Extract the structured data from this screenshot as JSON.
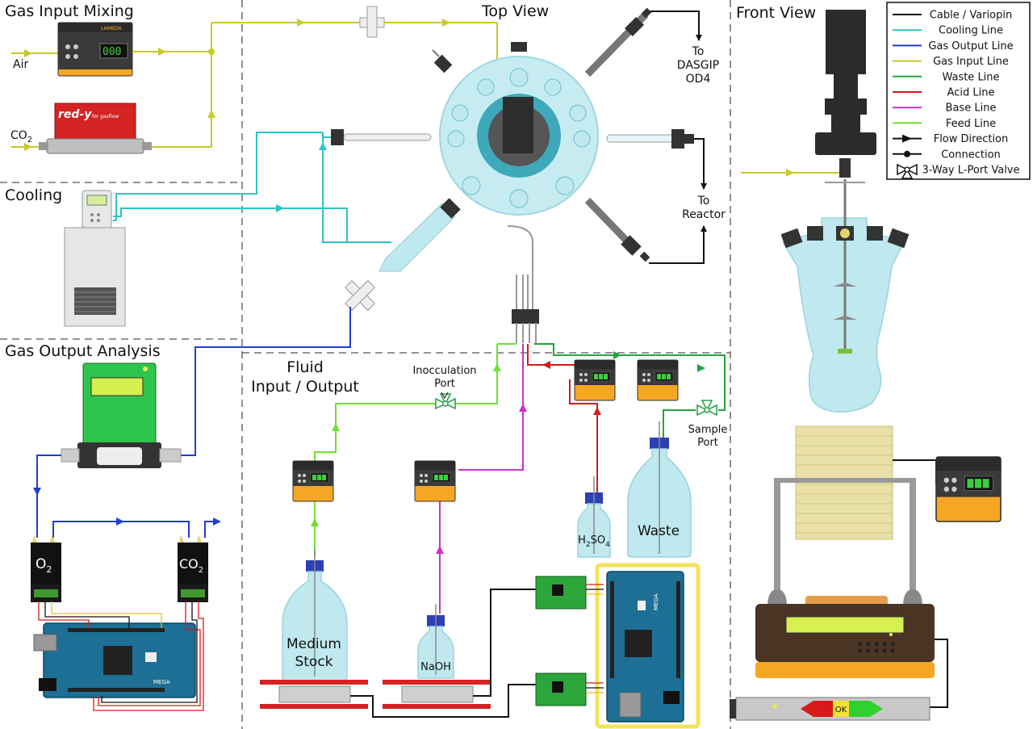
{
  "sections": {
    "gas_input_mixing": "Gas Input Mixing",
    "top_view": "Top View",
    "front_view": "Front View",
    "cooling": "Cooling",
    "gas_output_analysis": "Gas Output Analysis",
    "fluid_io": [
      "Fluid",
      "Input / Output"
    ]
  },
  "labels": {
    "air": "Air",
    "co2_base": "CO",
    "co2_sub": "2",
    "to_dasgip": [
      "To",
      "DASGIP",
      "OD4"
    ],
    "to_reactor": [
      "To",
      "Reactor"
    ],
    "inoculation_port": [
      "Inocculation",
      "Port"
    ],
    "sample_port": [
      "Sample",
      "Port"
    ],
    "medium_stock": [
      "Medium",
      "Stock"
    ],
    "naoh": "NaOH",
    "h2so4": "H",
    "h2so4_sub1": "2",
    "h2so4_mid": "SO",
    "h2so4_sub2": "4",
    "waste": "Waste",
    "sensor_o2": "O",
    "sensor_o2_sub": "2",
    "sensor_co2": "CO",
    "sensor_co2_sub": "2",
    "redy_logo": "red-y",
    "redy_small": "for gasflow",
    "lambda_logo": "LAMBDA",
    "pump_display": "000",
    "arduino_mega": "MEGA",
    "scale_ok": "OK"
  },
  "legend": [
    {
      "label": "Cable / Variopin",
      "type": "line",
      "color": "#111111"
    },
    {
      "label": "Cooling Line",
      "type": "line",
      "color": "#2ec4c4"
    },
    {
      "label": "Gas Output Line",
      "type": "line",
      "color": "#1f3fd0"
    },
    {
      "label": "Gas Input Line",
      "type": "line",
      "color": "#c9c92a"
    },
    {
      "label": "Waste Line",
      "type": "line",
      "color": "#22a53c"
    },
    {
      "label": "Acid Line",
      "type": "line",
      "color": "#d61a1a"
    },
    {
      "label": "Base Line",
      "type": "line",
      "color": "#cc2fcc"
    },
    {
      "label": "Feed Line",
      "type": "line",
      "color": "#6ee030"
    },
    {
      "label": "Flow Direction",
      "type": "arrow",
      "color": "#111111"
    },
    {
      "label": "Connection",
      "type": "dot",
      "color": "#111111"
    },
    {
      "label": "3-Way L-Port Valve",
      "type": "valve",
      "color": "#111111"
    }
  ],
  "colors": {
    "cable": "#111111",
    "cooling": "#2ec4c4",
    "gas_output": "#1f3fd0",
    "gas_input": "#c9c92a",
    "waste": "#22a53c",
    "acid": "#d61a1a",
    "base": "#cc2fcc",
    "feed": "#6ee030",
    "pump_body": "#f5a623",
    "glass": "#bfe9ef",
    "arduino": "#1e6f95"
  }
}
